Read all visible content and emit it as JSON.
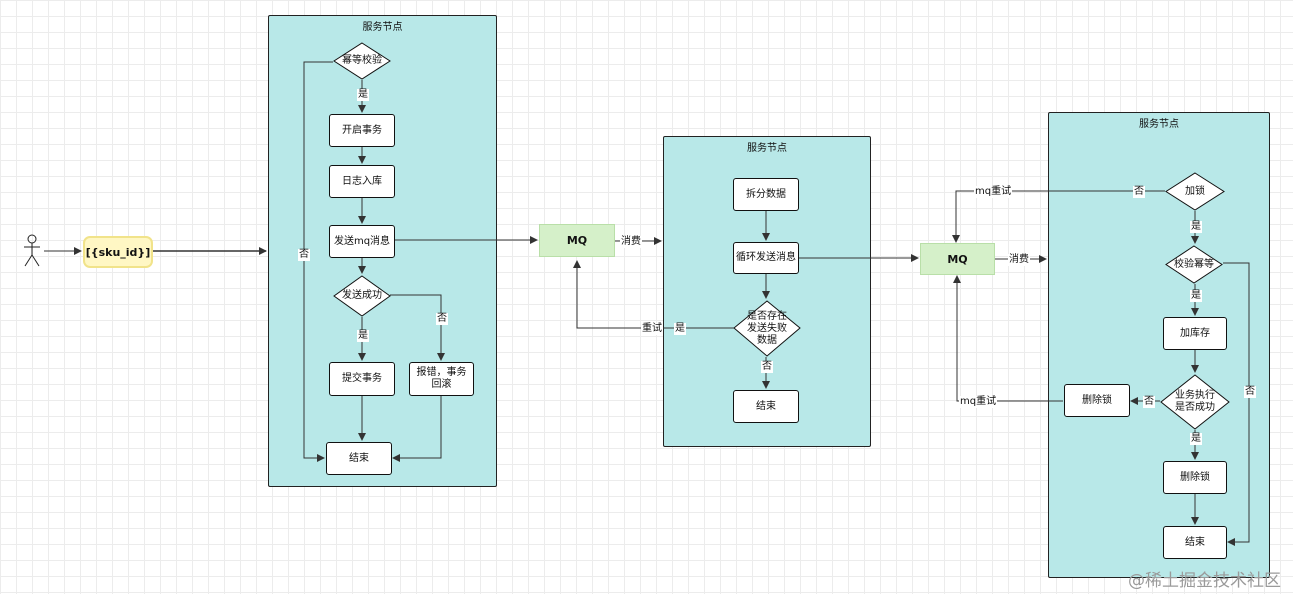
{
  "lanes": {
    "left_title": "服务节点",
    "mid_title": "服务节点",
    "right_title": "服务节点"
  },
  "start": {
    "sku": "[{sku_id}]"
  },
  "left": {
    "idem_check": "幂等校验",
    "yes1": "是",
    "no_left": "否",
    "open_tx": "开启事务",
    "log_db": "日志入库",
    "send_mq": "发送mq消息",
    "send_ok": "发送成功",
    "yes2": "是",
    "no2": "否",
    "commit_tx": "提交事务",
    "error_rollback": "报错，事务回滚",
    "end": "结束"
  },
  "mq1": {
    "label": "MQ",
    "consume": "消费"
  },
  "middle": {
    "split_data": "拆分数据",
    "loop_send": "循环发送消息",
    "has_failed": "是否存在发送失败数据",
    "retry": "重试",
    "yes": "是",
    "no": "否",
    "end": "结束"
  },
  "mq2": {
    "label": "MQ",
    "consume": "消费"
  },
  "right": {
    "lock": "加锁",
    "mq_retry_top": "mq重试",
    "no_top": "否",
    "yes1": "是",
    "idem_check": "校验幂等",
    "yes2": "是",
    "add_stock": "加库存",
    "exec_ok": "业务执行是否成功",
    "no_exec": "否",
    "del_lock_left": "删除锁",
    "mq_retry_bottom": "mq重试",
    "yes3": "是",
    "del_lock": "删除锁",
    "end": "结束",
    "no_idem": "否"
  },
  "watermark": "@稀土掘金技术社区"
}
